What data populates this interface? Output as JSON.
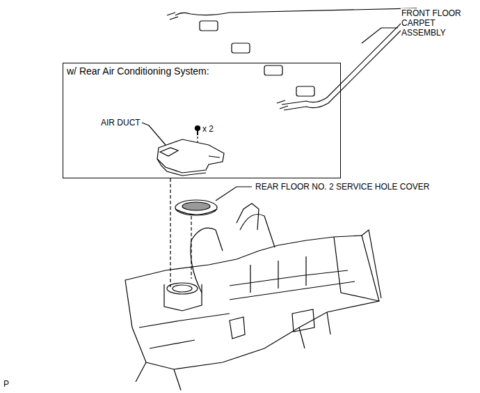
{
  "diagram": {
    "nodes": [
      {
        "text": [
          "w/ Rear Air Conditioning System:"
        ]
      }
    ],
    "labels": [
      "FRONT FLOOR CARPET ASSEMBLY",
      "AIR DUCT",
      "x 2",
      "REAR FLOOR NO. 2 SERVICE HOLE COVER",
      "P"
    ]
  }
}
